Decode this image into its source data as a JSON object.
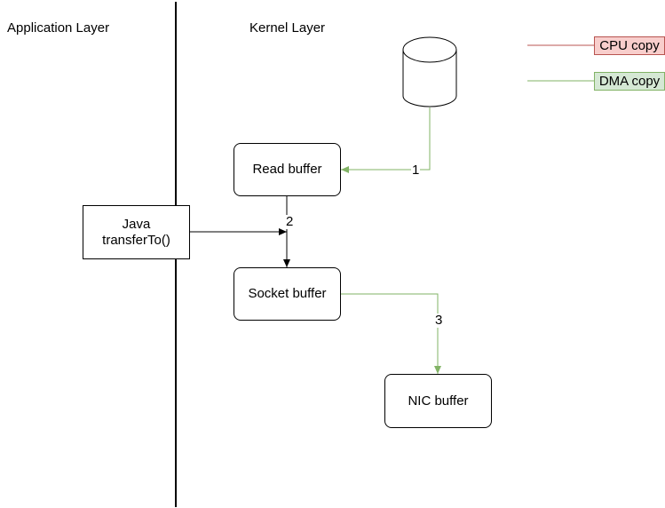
{
  "layers": {
    "application": "Application Layer",
    "kernel": "Kernel Layer"
  },
  "nodes": {
    "read_buffer": "Read buffer",
    "socket_buffer": "Socket buffer",
    "nic_buffer": "NIC buffer",
    "java_transfer": "Java\ntransferTo()"
  },
  "edges": {
    "step1": "1",
    "step2": "2",
    "step3": "3"
  },
  "legend": {
    "cpu_copy": "CPU copy",
    "dma_copy": "DMA copy"
  },
  "colors": {
    "cpu_copy_line": "#b85450",
    "cpu_copy_fill": "#f8cecc",
    "dma_copy_line": "#82b366",
    "dma_copy_fill": "#d5e8d4",
    "default_line": "#000000"
  }
}
